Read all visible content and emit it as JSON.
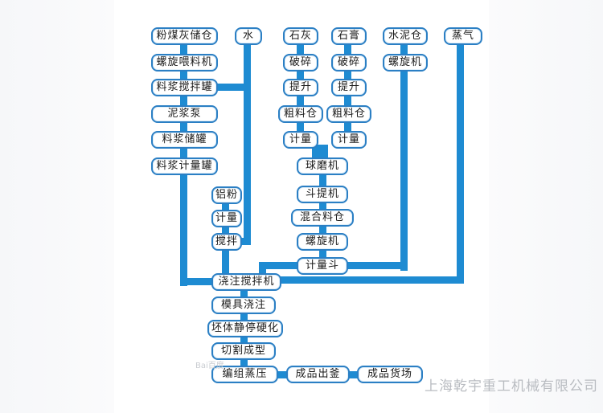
{
  "nodes": {
    "fenmei": "粉煤灰储仓",
    "luoxuan_wei": "螺旋喂料机",
    "liaojiang_jiaoban": "料浆搅拌罐",
    "nijiang_beng": "泥浆泵",
    "liaojiang_chuguan": "料浆储罐",
    "liaojiang_jiliang": "料浆计量罐",
    "shui": "水",
    "shihui": "石灰",
    "shigao": "石膏",
    "shuini": "水泥仓",
    "zhengqi": "蒸气",
    "posui_1": "破碎",
    "posui_2": "破碎",
    "luoxuanji_shuini": "螺旋机",
    "tisheng_1": "提升",
    "tisheng_2": "提升",
    "culiao_1": "粗料仓",
    "culiao_2": "粗料仓",
    "jiliang_1": "计量",
    "jiliang_2": "计量",
    "qiumoji": "球磨机",
    "doutiji": "斗提机",
    "hunhe": "混合料仓",
    "luoxuanji_2": "螺旋机",
    "jiliangdou": "计量斗",
    "lvfen": "铝粉",
    "jiliang_lvfen": "计量",
    "jiaoban": "搅拌",
    "jiaozhu_jiaoban": "浇注搅拌机",
    "moju": "模具浇注",
    "peiti": "坯体静停硬化",
    "qiege": "切割成型",
    "bianzu": "编组蒸压",
    "chufu": "成品出釜",
    "huochang": "成品货场"
  },
  "watermark": "上海乾宇重工机械有限公司",
  "baidu_mark": "Bai百度"
}
